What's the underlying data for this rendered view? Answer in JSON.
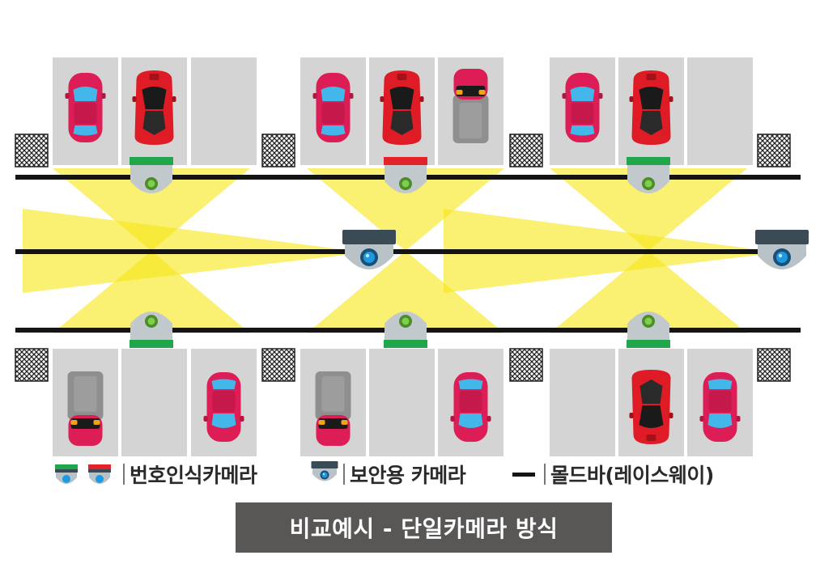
{
  "legend": {
    "lpr_camera": "번호인식카메라",
    "security_camera": "보안용 카메라",
    "mold_bar": "몰드바(레이스웨이)"
  },
  "caption": "비교예시 - 단일카메라 방식",
  "colors": {
    "occupied_indicator": "#e3232a",
    "vacant_indicator": "#21a64b",
    "coverage": "#f7e61a",
    "parking_space": "#d5d4d4",
    "camera_body": "#3b4b56",
    "lens": "#1d9ae0",
    "caption_bg": "#595756"
  },
  "top_row": [
    {
      "type": "car",
      "facing": "up"
    },
    {
      "type": "sports",
      "facing": "up"
    },
    {
      "type": "empty"
    },
    {
      "type": "car",
      "facing": "up"
    },
    {
      "type": "sports",
      "facing": "up"
    },
    {
      "type": "van",
      "facing": "down"
    },
    {
      "type": "car",
      "facing": "up"
    },
    {
      "type": "sports",
      "facing": "up"
    },
    {
      "type": "empty"
    }
  ],
  "bottom_row": [
    {
      "type": "van",
      "facing": "up"
    },
    {
      "type": "empty"
    },
    {
      "type": "car",
      "facing": "down"
    },
    {
      "type": "van",
      "facing": "up"
    },
    {
      "type": "empty"
    },
    {
      "type": "car",
      "facing": "down"
    },
    {
      "type": "empty"
    },
    {
      "type": "sports",
      "facing": "down"
    },
    {
      "type": "car",
      "facing": "down"
    }
  ],
  "top_lpr_cameras": [
    {
      "indicator": "vacant"
    },
    {
      "indicator": "occupied"
    },
    {
      "indicator": "vacant"
    }
  ],
  "bottom_lpr_cameras": [
    {
      "indicator": "vacant"
    },
    {
      "indicator": "vacant"
    },
    {
      "indicator": "vacant"
    }
  ]
}
